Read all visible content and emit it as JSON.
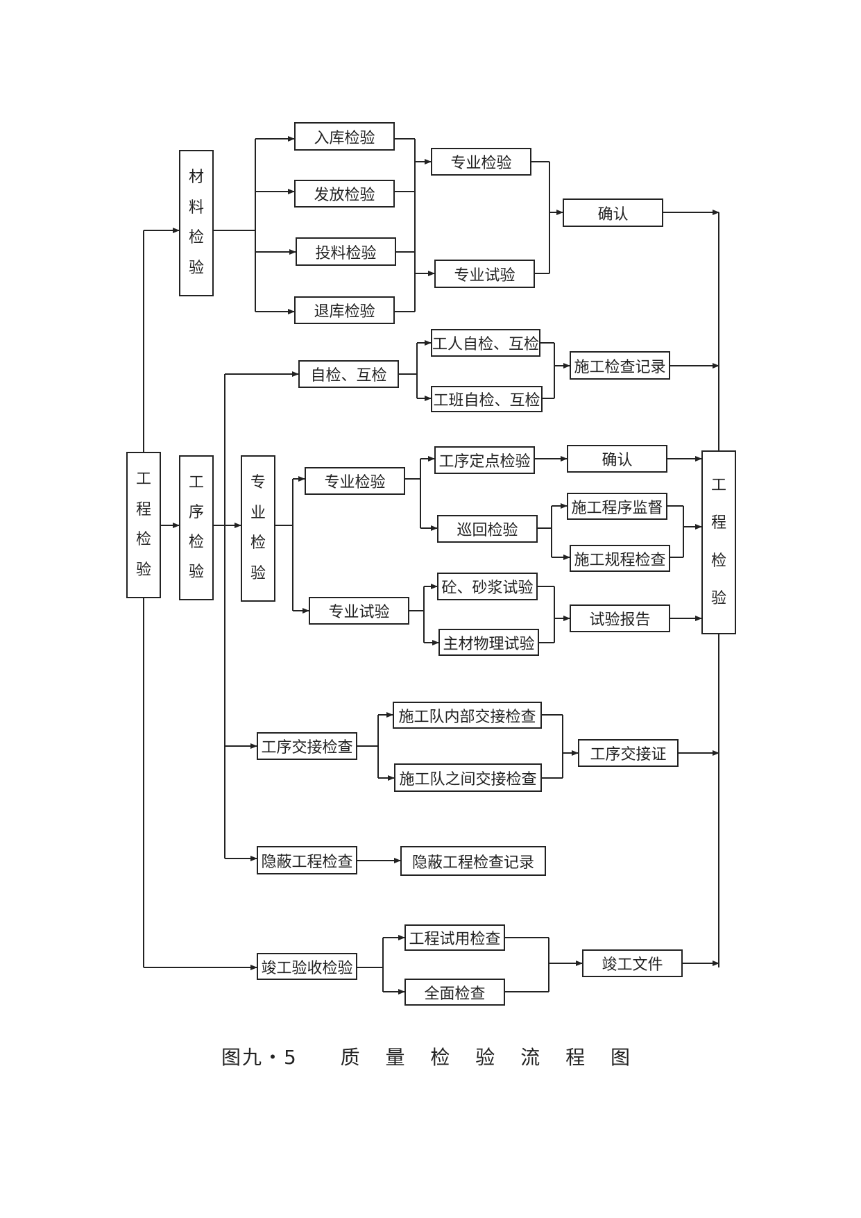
{
  "caption": {
    "figure_no": "图九・5",
    "title": "质 量 检 验 流 程 图"
  },
  "nodes": {
    "root": "工程检验",
    "material": "材料检验",
    "process": "工序检验",
    "professional": "专业检验",
    "final_right": "工程检验",
    "inbound": "入库检验",
    "issue": "发放检验",
    "feed": "投料检验",
    "return": "退库检验",
    "mat_prof_inspect": "专业检验",
    "mat_prof_test": "专业试验",
    "mat_confirm": "确认",
    "self_mutual": "自检、互检",
    "worker_self": "工人自检、互检",
    "team_self": "工班自检、互检",
    "construction_record": "施工检查记录",
    "prof_inspect": "专业检验",
    "prof_test": "专业试验",
    "fixed_point": "工序定点检验",
    "patrol": "巡回检验",
    "prof_confirm": "确认",
    "procedure_supervise": "施工程序监督",
    "rule_check": "施工规程检查",
    "concrete_test": "砼、砂浆试验",
    "main_material_test": "主材物理试验",
    "test_report": "试验报告",
    "handover": "工序交接检查",
    "team_internal": "施工队内部交接检查",
    "team_between": "施工队之间交接检查",
    "handover_cert": "工序交接证",
    "concealed": "隐蔽工程检查",
    "concealed_record": "隐蔽工程检查记录",
    "completion": "竣工验收检验",
    "trial_check": "工程试用检查",
    "full_check": "全面检查",
    "completion_docs": "竣工文件"
  }
}
